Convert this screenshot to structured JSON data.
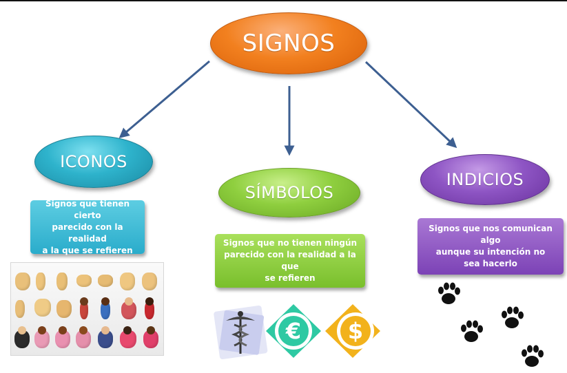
{
  "root": {
    "label": "SIGNOS"
  },
  "branches": [
    {
      "title": "ICONOS",
      "description": "Signos que tienen cierto\nparecido con la  realidad\na la que se refieren"
    },
    {
      "title": "SÍMBOLOS",
      "description": "Signos que no tienen ningún\nparecido con la realidad a la que\nse refieren"
    },
    {
      "title": "INDICIOS",
      "description": "Signos que nos comunican algo\naunque su intención no\nsea  hacerlo"
    }
  ],
  "colors": {
    "signos": "#f2801f",
    "iconos": "#2eb3cc",
    "simbolos": "#8fcf3f",
    "indicios": "#8e55c4",
    "arrow": "#3d5f91"
  },
  "icons": {
    "iconos_example": "hand-gesture-emoji-grid",
    "simbolos_example": [
      "caduceus-icon",
      "euro-icon",
      "dollar-icon"
    ],
    "indicios_example": "paw-print-icon"
  },
  "symbols": {
    "euro": "€",
    "dollar": "$"
  }
}
